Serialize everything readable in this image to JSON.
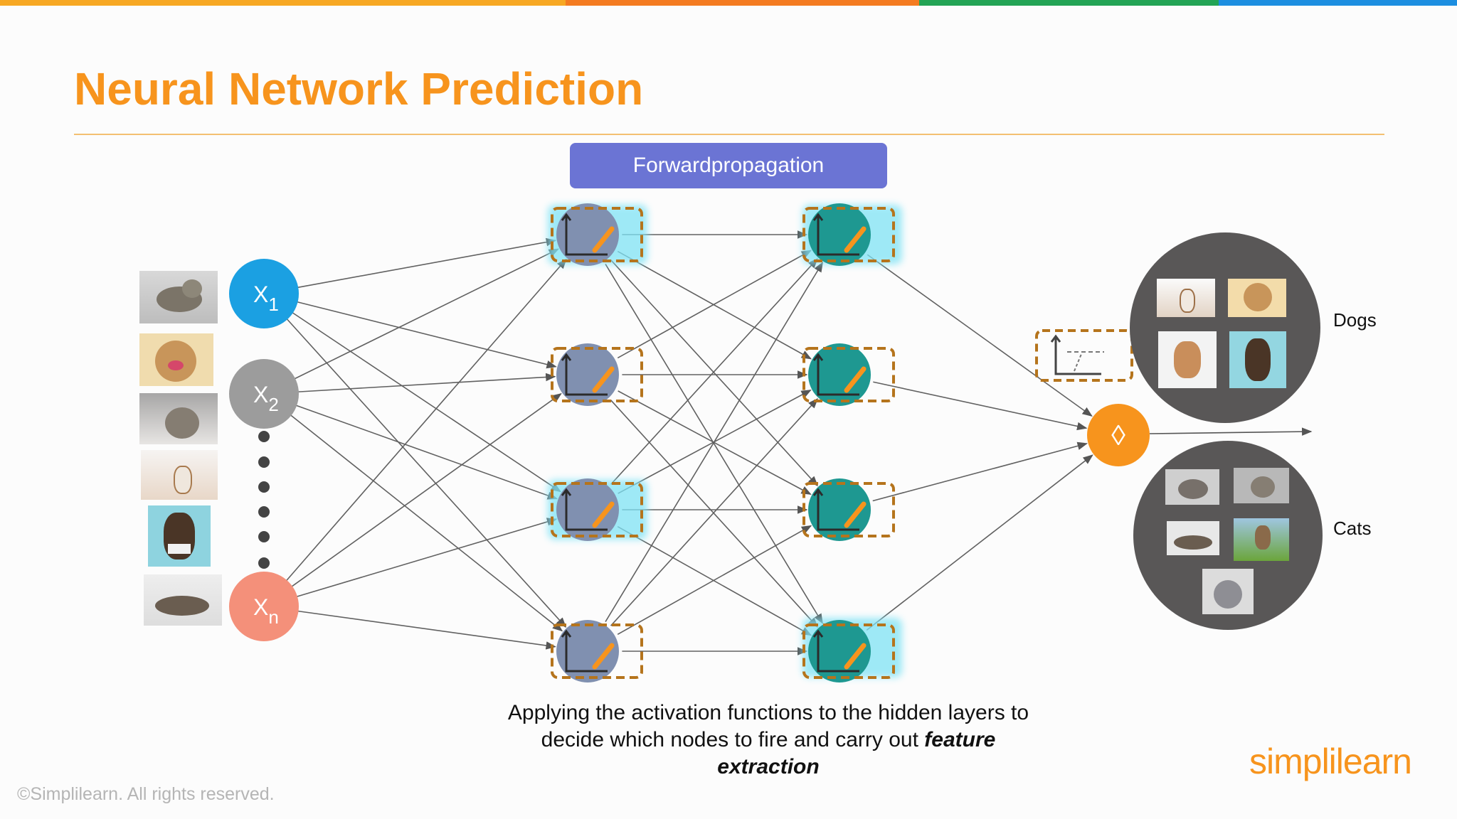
{
  "slide": {
    "title": "Neural Network Prediction",
    "stage_label": "Forwardpropagation",
    "caption_line1": "Applying the activation functions to the hidden layers to",
    "caption_line2": "decide which nodes to fire and carry out",
    "caption_emphasis_a": "feature",
    "caption_emphasis_b": "extraction",
    "copyright": "©Simplilearn. All rights reserved.",
    "logo": "simplilearn"
  },
  "colors": {
    "title": "#f7941d",
    "top_bar": [
      "#f7a823",
      "#f47b20",
      "#23a455",
      "#1c8ee0"
    ],
    "stage_box": "#6b74d4",
    "input_x1": "#1ba0e2",
    "input_x2": "#9c9c9c",
    "input_xn": "#f4907a",
    "hidden1": "#8090b0",
    "hidden2": "#1e9891",
    "output": "#f7941d",
    "dashed_box": "#b5741c",
    "group_disc": "#595757"
  },
  "network": {
    "inputs": [
      {
        "label": "X",
        "sub": "1"
      },
      {
        "label": "X",
        "sub": "2"
      },
      {
        "label": "X",
        "sub": "n"
      }
    ],
    "hidden_layers": 2,
    "nodes_per_hidden_layer": 4,
    "output_symbol": "◊"
  },
  "groups": {
    "dogs_label": "Dogs",
    "cats_label": "Cats"
  },
  "input_images": [
    "cat-photo",
    "dog-photo",
    "cat-photo",
    "dog-photo",
    "dog-photo",
    "cat-photo"
  ]
}
